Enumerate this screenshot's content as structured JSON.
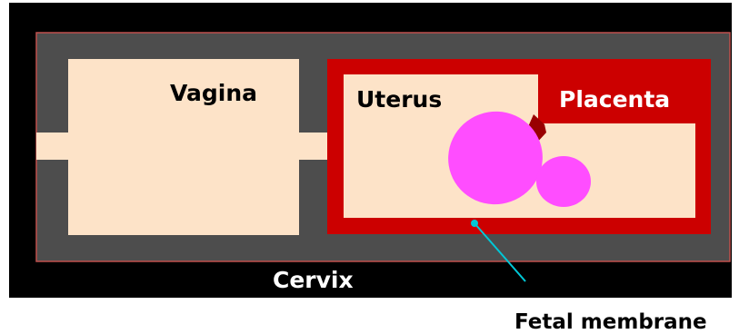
{
  "labels": {
    "vagina": "Vagina",
    "uterus": "Uterus",
    "placenta": "Placenta",
    "cervix": "Cervix",
    "fetal_membrane": "Fetal membrane"
  },
  "colors": {
    "background": "#000000",
    "wall": "#4d4d4d",
    "wall_border": "#c0504d",
    "tissue": "#fde3c8",
    "membrane": "#cc0000",
    "embryo": "#ff4dff",
    "pointer": "#00c8d7",
    "label_dark": "#000000",
    "label_light": "#ffffff"
  }
}
